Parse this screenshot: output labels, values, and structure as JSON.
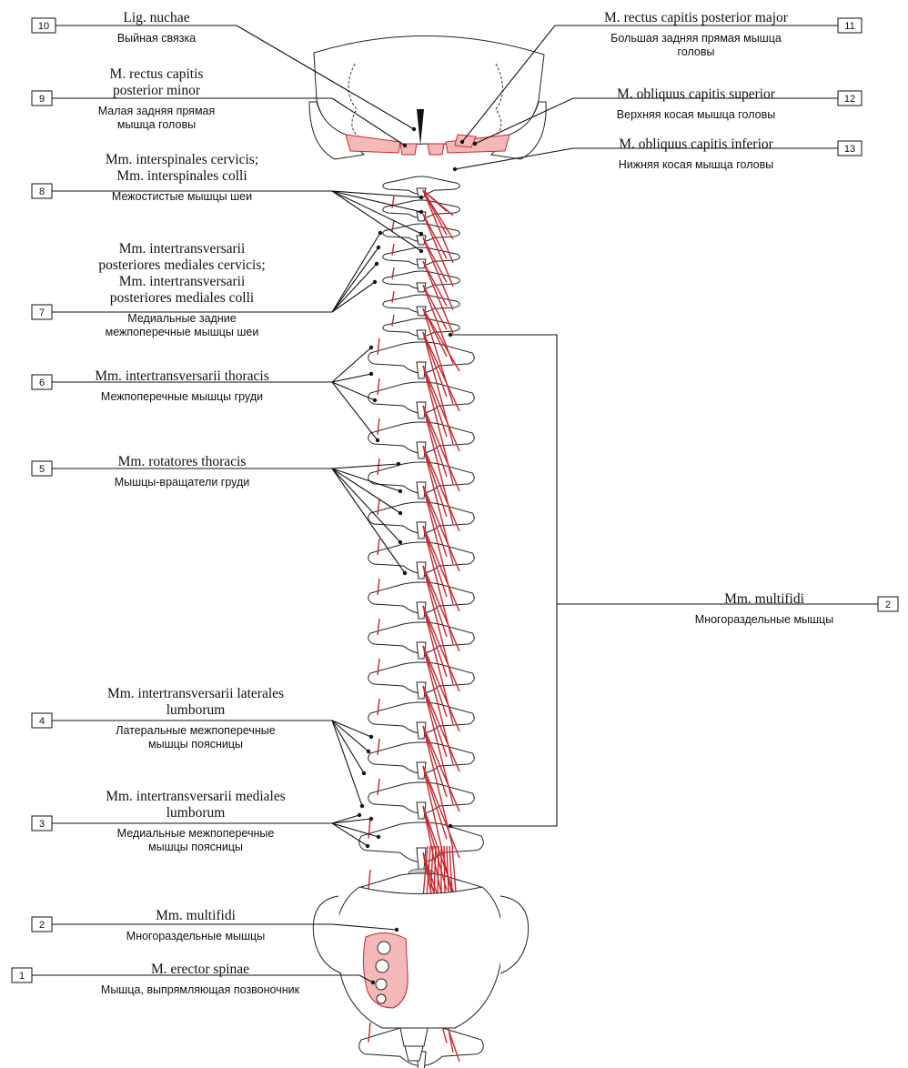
{
  "labels": [
    {
      "num": "10",
      "lat": [
        "Lig. nuchae"
      ],
      "rus": [
        "Выйная связка"
      ]
    },
    {
      "num": "9",
      "lat": [
        "M. rectus capitis",
        "posterior minor"
      ],
      "rus": [
        "Малая задняя прямая",
        "мышца головы"
      ]
    },
    {
      "num": "8",
      "lat": [
        "Mm. interspinales cervicis;",
        "Mm. interspinales colli"
      ],
      "rus": [
        "Межостистые мышцы шеи"
      ]
    },
    {
      "num": "7",
      "lat": [
        "Mm. intertransversarii",
        "posteriores mediales cervicis;",
        "Mm. intertransversarii",
        "posteriores mediales colli"
      ],
      "rus": [
        "Медиальные задние",
        "межпоперечные мышцы шеи"
      ]
    },
    {
      "num": "6",
      "lat": [
        "Mm. intertransversarii thoracis"
      ],
      "rus": [
        "Межпоперечные мышцы груди"
      ]
    },
    {
      "num": "5",
      "lat": [
        "Mm. rotatores thoracis"
      ],
      "rus": [
        "Мышцы-вращатели груди"
      ]
    },
    {
      "num": "4",
      "lat": [
        "Mm. intertransversarii laterales",
        "lumborum"
      ],
      "rus": [
        "Латеральные межпоперечные",
        "мышцы поясницы"
      ]
    },
    {
      "num": "3",
      "lat": [
        "Mm. intertransversarii mediales",
        "lumborum"
      ],
      "rus": [
        "Медиальные межпоперечные",
        "мышцы поясницы"
      ]
    },
    {
      "num": "2",
      "lat": [
        "Mm. multifidi"
      ],
      "rus": [
        "Многораздельные мышцы"
      ]
    },
    {
      "num": "1",
      "lat": [
        "M. erector spinae"
      ],
      "rus": [
        "Мышца, выпрямляющая позвоночник"
      ]
    },
    {
      "num": "11",
      "lat": [
        "M. rectus capitis posterior major"
      ],
      "rus": [
        "Большая задняя прямая мышца",
        "головы"
      ]
    },
    {
      "num": "12",
      "lat": [
        "M. obliquus capitis superior"
      ],
      "rus": [
        "Верхняя косая мышца головы"
      ]
    },
    {
      "num": "13",
      "lat": [
        "M. obliquus capitis inferior"
      ],
      "rus": [
        "Нижняя косая мышца головы"
      ]
    },
    {
      "num": "2",
      "lat": [
        "Mm. multifidi"
      ],
      "rus": [
        "Многораздельные мышцы"
      ]
    }
  ],
  "colors": {
    "muscle": "#c8282c",
    "muscle_fill": "#f4b8b8",
    "bone": "#ffffff",
    "disc": "#c9c9c9"
  }
}
